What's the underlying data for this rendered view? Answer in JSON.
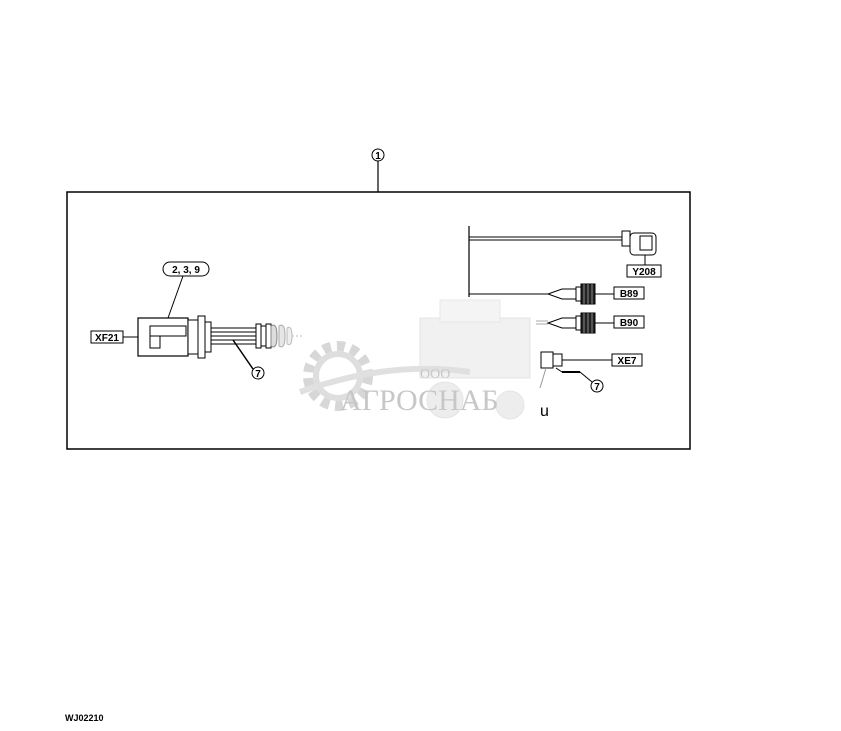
{
  "diagram": {
    "callouts": {
      "main": "1",
      "connector_parts": "2, 3, 9",
      "wire_left": "7",
      "wire_right": "7"
    },
    "labels": {
      "xf21": "XF21",
      "y208": "Y208",
      "b89": "B89",
      "b90": "B90",
      "xe7": "XE7"
    },
    "figure_id": "WJ02210"
  },
  "watermark": {
    "company_prefix": "ООО",
    "company_name": "АГРОСНАБ",
    "suffix": "u"
  }
}
